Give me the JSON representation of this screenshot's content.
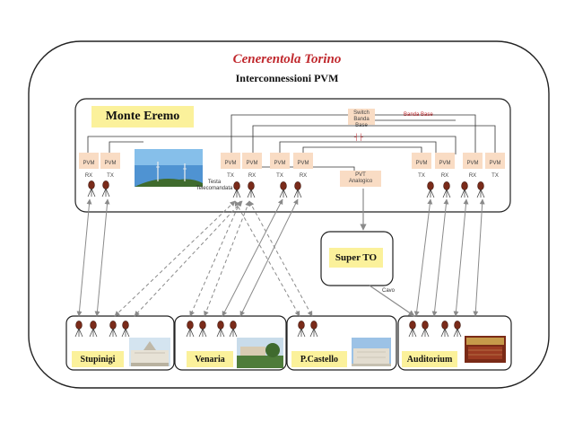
{
  "header": {
    "title": "Cenerentola Torino",
    "subtitle": "Interconnessioni PVM"
  },
  "monte_eremo": {
    "label": "Monte Eremo",
    "units": [
      {
        "top": "PVM",
        "bottom": "RX"
      },
      {
        "top": "PVM",
        "bottom": "TX"
      },
      {
        "top": "PVM",
        "bottom": "TX"
      },
      {
        "top": "PVM",
        "bottom": "RX"
      },
      {
        "top": "PVM",
        "bottom": "TX"
      },
      {
        "top": "PVM",
        "bottom": "RX"
      },
      {
        "top": "PVM",
        "bottom": "TX"
      },
      {
        "top": "PVM",
        "bottom": "RX"
      },
      {
        "top": "PVM",
        "bottom": "RX"
      },
      {
        "top": "PVM",
        "bottom": "TX"
      }
    ],
    "switch_label": "Switch\nBanda Base",
    "banda_base_label": "Banda Base",
    "pvt_label": "PVT\nAnalogico",
    "testa_label": "Testa\nTelecomandata"
  },
  "super_to": {
    "label": "Super TO",
    "cable_label": "Cavo"
  },
  "sites": [
    {
      "name": "Stupinigi"
    },
    {
      "name": "Venaria"
    },
    {
      "name": "P.Castello"
    },
    {
      "name": "Auditorium"
    }
  ],
  "colors": {
    "title_red": "#c0282d",
    "label_yellow": "#fbf19b",
    "pvm_peach": "#f9dcc4",
    "link_gray": "#8a8a8a"
  }
}
